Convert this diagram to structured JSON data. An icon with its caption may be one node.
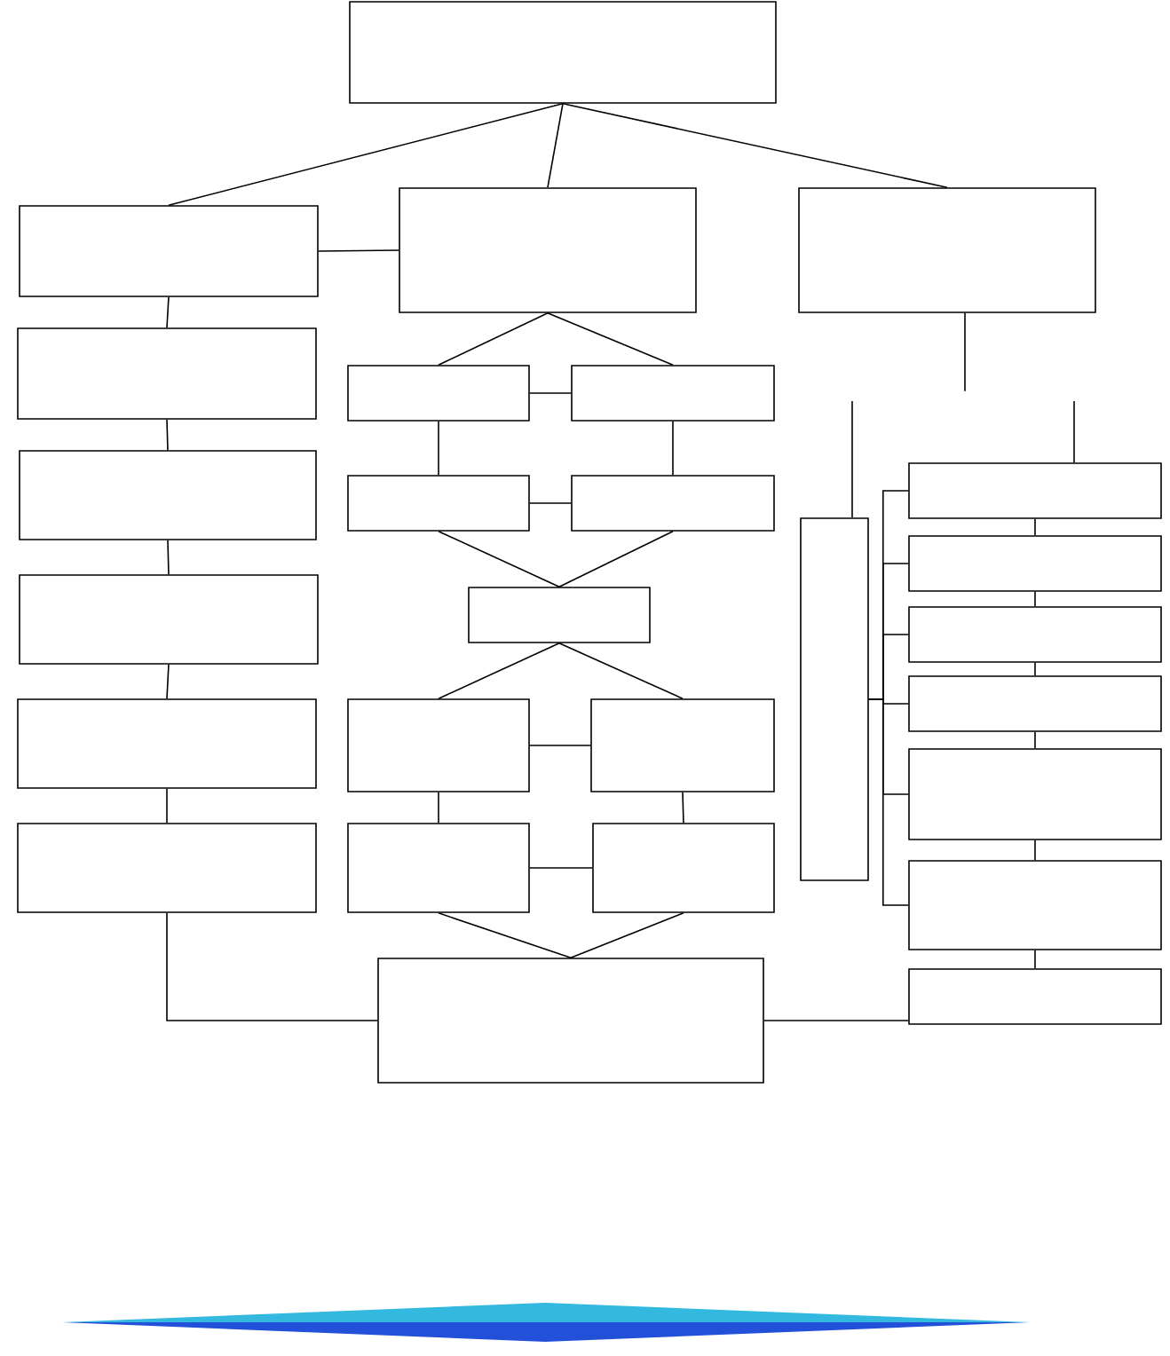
{
  "diagram": {
    "nodes": [
      {
        "text": [],
        "shape": "box"
      },
      {
        "text": [],
        "shape": "box"
      },
      {
        "text": [],
        "shape": "box"
      },
      {
        "text": [],
        "shape": "box"
      },
      {
        "text": [],
        "shape": "box"
      },
      {
        "text": [],
        "shape": "box"
      },
      {
        "text": [],
        "shape": "box"
      },
      {
        "text": [],
        "shape": "box"
      },
      {
        "text": [],
        "shape": "box"
      },
      {
        "text": [],
        "shape": "box"
      },
      {
        "text": [],
        "shape": "box"
      },
      {
        "text": [],
        "shape": "box"
      },
      {
        "text": [],
        "shape": "box"
      },
      {
        "text": [],
        "shape": "box"
      },
      {
        "text": [],
        "shape": "box"
      },
      {
        "text": [],
        "shape": "box"
      },
      {
        "text": [],
        "shape": "box"
      },
      {
        "text": [],
        "shape": "box"
      },
      {
        "text": [],
        "shape": "box"
      },
      {
        "text": [],
        "shape": "box"
      },
      {
        "text": [],
        "shape": "box"
      },
      {
        "text": [],
        "shape": "box"
      },
      {
        "text": [],
        "shape": "box"
      },
      {
        "text": [],
        "shape": "box"
      },
      {
        "text": [],
        "shape": "box"
      },
      {
        "text": [],
        "shape": "box"
      },
      {
        "text": [],
        "shape": "box"
      }
    ],
    "edges": [
      {
        "from": 0,
        "to": 1,
        "arrow": "none"
      },
      {
        "from": 0,
        "to": 2,
        "arrow": "none"
      },
      {
        "from": 0,
        "to": 3,
        "arrow": "none"
      },
      {
        "from": 1,
        "to": 2,
        "arrow": "none"
      },
      {
        "from": 1,
        "to": 4,
        "arrow": "none"
      },
      {
        "from": 4,
        "to": 7,
        "arrow": "none"
      },
      {
        "from": 7,
        "to": 12,
        "arrow": "none"
      },
      {
        "from": 12,
        "to": 16,
        "arrow": "none"
      },
      {
        "from": 16,
        "to": 21,
        "arrow": "none"
      },
      {
        "from": 2,
        "to": 5,
        "arrow": "none"
      },
      {
        "from": 2,
        "to": 6,
        "arrow": "none"
      },
      {
        "from": 5,
        "to": 6,
        "arrow": "none"
      },
      {
        "from": 5,
        "to": 8,
        "arrow": "none"
      },
      {
        "from": 6,
        "to": 9,
        "arrow": "none"
      },
      {
        "from": 8,
        "to": 9,
        "arrow": "none"
      },
      {
        "from": 8,
        "to": 13,
        "arrow": "none"
      },
      {
        "from": 9,
        "to": 13,
        "arrow": "none"
      },
      {
        "from": 13,
        "to": 17,
        "arrow": "none"
      },
      {
        "from": 13,
        "to": 18,
        "arrow": "none"
      },
      {
        "from": 17,
        "to": 18,
        "arrow": "none"
      },
      {
        "from": 17,
        "to": 22,
        "arrow": "none"
      },
      {
        "from": 18,
        "to": 23,
        "arrow": "none"
      },
      {
        "from": 22,
        "to": 23,
        "arrow": "none"
      },
      {
        "from": 22,
        "to": 25,
        "arrow": "none"
      },
      {
        "from": 23,
        "to": 25,
        "arrow": "none"
      },
      {
        "from": 21,
        "to": 25,
        "arrow": "none"
      },
      {
        "from": 25,
        "to": 26,
        "arrow": "none"
      },
      {
        "from": 3,
        "to": null,
        "arrow": "none"
      },
      {
        "from": null,
        "to": 10,
        "arrow": "none"
      },
      {
        "from": null,
        "to": 11,
        "arrow": "none"
      },
      {
        "from": 10,
        "to": 11,
        "arrow": "none"
      },
      {
        "from": 10,
        "to": 14,
        "arrow": "none"
      },
      {
        "from": 10,
        "to": 15,
        "arrow": "none"
      },
      {
        "from": 10,
        "to": 19,
        "arrow": "none"
      },
      {
        "from": 10,
        "to": 20,
        "arrow": "none"
      },
      {
        "from": 10,
        "to": 24,
        "arrow": "none"
      },
      {
        "from": 11,
        "to": 14,
        "arrow": "none"
      },
      {
        "from": 14,
        "to": 15,
        "arrow": "none"
      },
      {
        "from": 15,
        "to": 19,
        "arrow": "none"
      },
      {
        "from": 19,
        "to": 20,
        "arrow": "none"
      },
      {
        "from": 20,
        "to": 24,
        "arrow": "none"
      },
      {
        "from": 24,
        "to": 26,
        "arrow": "none"
      }
    ]
  }
}
